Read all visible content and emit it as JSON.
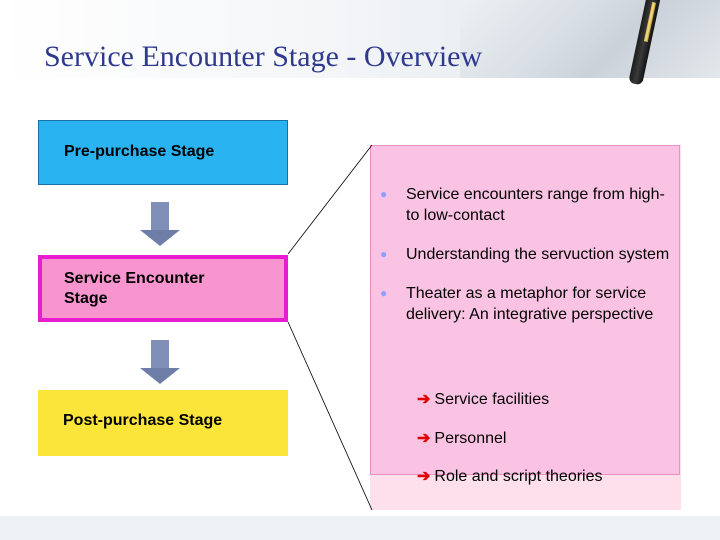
{
  "title": "Service Encounter Stage - Overview",
  "stages": [
    {
      "label": "Pre-purchase Stage"
    },
    {
      "label": "Service Encounter Stage"
    },
    {
      "label": "Post-purchase Stage"
    }
  ],
  "bullets": [
    "Service encounters range from high- to low-contact",
    "Understanding the servuction system",
    "Theater as a metaphor for service delivery: An integrative perspective"
  ],
  "sub_items": [
    "Service facilities",
    "Personnel",
    "Role and script theories"
  ],
  "colors": {
    "title": "#2f3a8f",
    "pre": "#2ab3f1",
    "encounter_fill": "#f895cf",
    "encounter_border": "#e61ed0",
    "post": "#fbe53a",
    "panel": "#fbc3e3",
    "arrow": "#7f8fb8",
    "sub_arrow": "#e00000"
  },
  "icons": {
    "bullet": "bullet-dot-icon",
    "sub_arrow": "right-arrow-icon",
    "flow_arrow": "down-arrow-icon"
  }
}
